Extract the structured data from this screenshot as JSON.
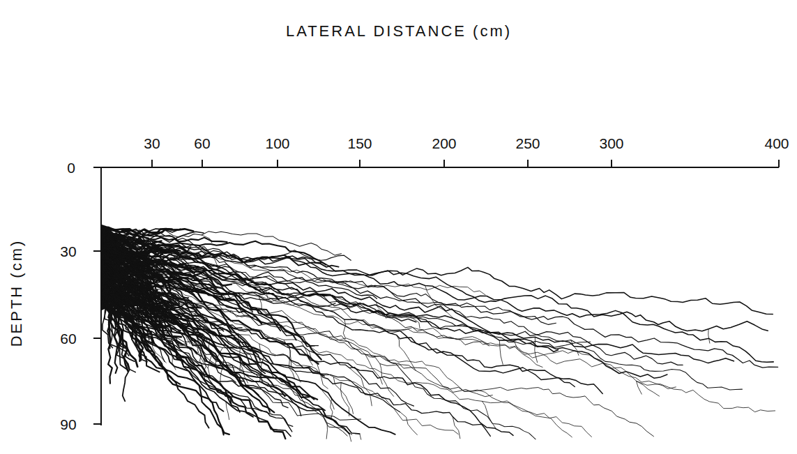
{
  "diagram": {
    "labels": [
      "LATERAL DISTANCE (cm)",
      "30",
      "60",
      "100",
      "150",
      "200",
      "250",
      "300",
      "400",
      "0",
      "30",
      "60",
      "90",
      "DEPTH (cm)"
    ]
  }
}
